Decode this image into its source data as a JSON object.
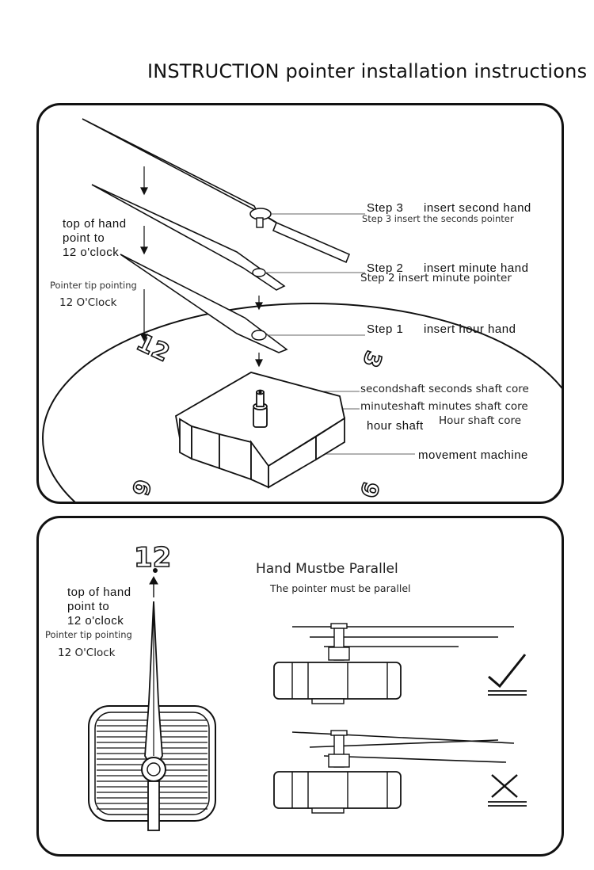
{
  "title": "INSTRUCTION pointer installation instructions",
  "panel1": {
    "step3": {
      "label": "Step 3",
      "text": "insert second hand",
      "sub": "Step 3 insert the seconds pointer"
    },
    "step2": {
      "label": "Step 2",
      "text": "insert minute hand",
      "sub": "Step 2 insert minute pointer"
    },
    "step1": {
      "label": "Step 1",
      "text": "insert hour hand"
    },
    "tip_line1": "top of hand",
    "tip_line2": "point to",
    "tip_line3": "12 o'clock",
    "tip_sub1": "Pointer tip pointing",
    "tip_sub2": "12 O'Clock",
    "second_shaft": "secondshaft seconds shaft core",
    "minute_shaft": "minuteshaft minutes shaft core",
    "hour_shaft": "hour shaft",
    "hour_shaft_sub": "Hour shaft core",
    "movement": "movement  machine",
    "dial_12": "12",
    "dial_3": "3",
    "dial_6": "6",
    "dial_9": "9"
  },
  "panel2": {
    "dial_12": "12",
    "tip_line1": "top of hand",
    "tip_line2": "point to",
    "tip_line3": "12 o'clock",
    "tip_sub1": "Pointer tip pointing",
    "tip_sub2": "12 O'Clock",
    "parallel_title": "Hand Mustbe Parallel",
    "parallel_sub": "The pointer must be parallel"
  },
  "icons": {
    "correct": "check-mark-icon",
    "wrong": "cross-mark-icon"
  }
}
